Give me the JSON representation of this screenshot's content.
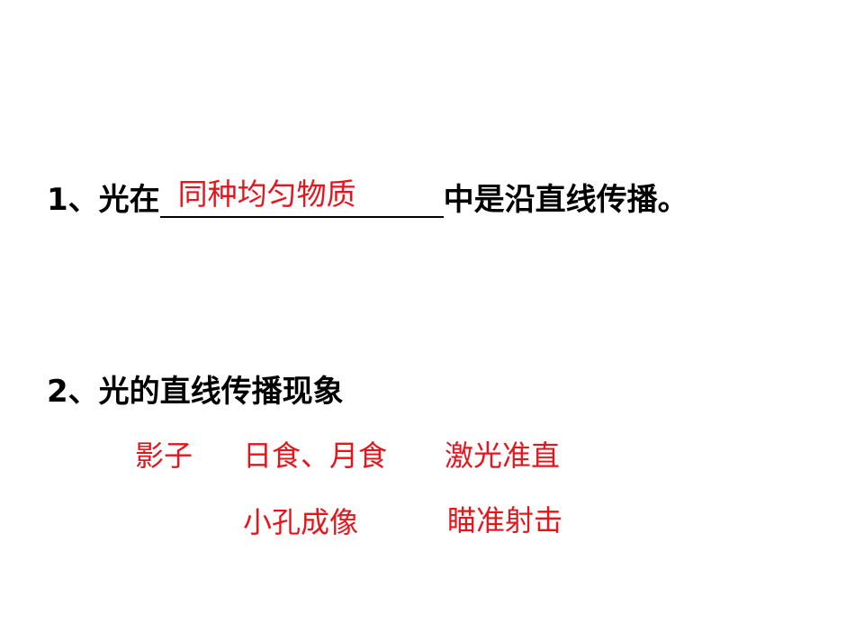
{
  "q1": {
    "prefix": "1、光在",
    "answer": "同种均匀物质",
    "suffix": "中是沿直线传播。"
  },
  "q2": {
    "title": "2、光的直线传播现象",
    "examples": [
      "影子",
      "日食、月食",
      "激光准直",
      "小孔成像",
      "瞄准射击"
    ]
  },
  "colors": {
    "answer": "#e8141b",
    "text": "#000000"
  }
}
